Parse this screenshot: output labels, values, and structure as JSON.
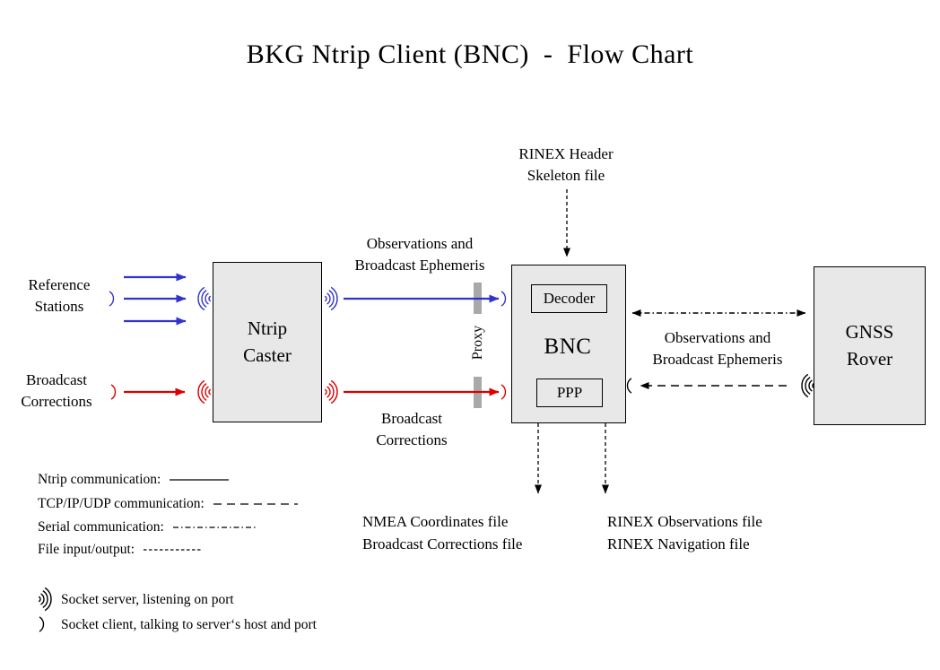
{
  "title": "BKG Ntrip Client (BNC)  -  Flow Chart",
  "colors": {
    "blue": "#3333cc",
    "red": "#dd0000",
    "box_fill": "#e8e8e8",
    "proxy_bar": "#a9a9a9"
  },
  "nodes": {
    "ntrip_caster": "Ntrip\nCaster",
    "bnc": "BNC",
    "decoder": "Decoder",
    "ppp": "PPP",
    "gnss_rover": "GNSS\nRover"
  },
  "flow_labels": {
    "reference_stations": "Reference\nStations",
    "broadcast_corrections_left": "Broadcast\nCorrections",
    "observations_ephemeris_mid": "Observations and\nBroadcast Ephemeris",
    "broadcast_corrections_mid": "Broadcast\nCorrections",
    "rinex_header_skeleton": "RINEX Header\nSkeleton file",
    "observations_ephemeris_right": "Observations and\nBroadcast Ephemeris",
    "proxy": "Proxy",
    "nmea_output": "NMEA Coordinates file\nBroadcast Corrections file",
    "rinex_output": "RINEX Observations file\nRINEX Navigation file"
  },
  "legend": {
    "items": [
      {
        "label": "Ntrip communication:",
        "style": "solid"
      },
      {
        "label": "TCP/IP/UDP communication:",
        "style": "dashed"
      },
      {
        "label": "Serial communication:",
        "style": "dashdot"
      },
      {
        "label": "File input/output:",
        "style": "finedash"
      }
    ],
    "socket_server": "Socket server, listening on port",
    "socket_client": "Socket client, talking to server‘s host and port"
  }
}
